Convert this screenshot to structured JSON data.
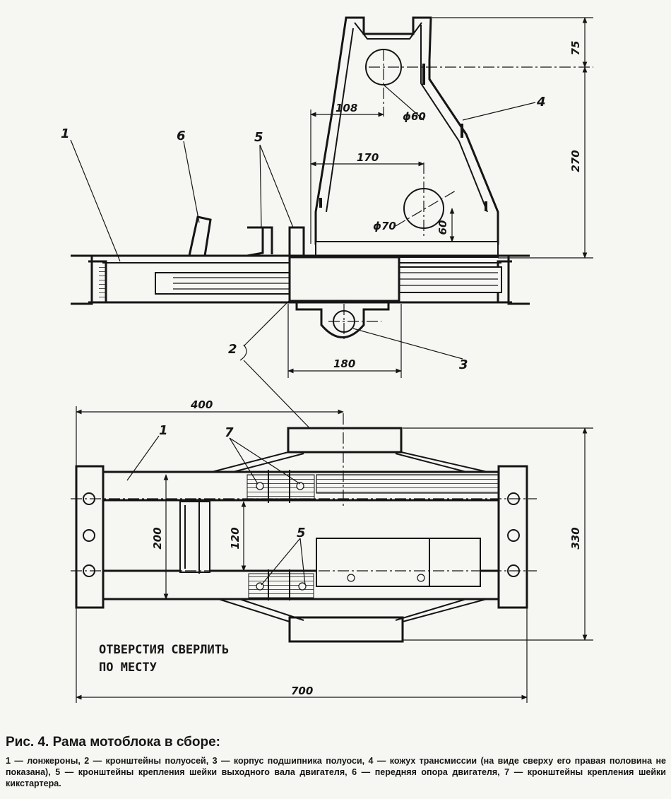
{
  "figure": {
    "callouts": {
      "part1": "1",
      "part2": "2",
      "part3": "3",
      "part4": "4",
      "part5": "5",
      "part6": "6",
      "part7": "7"
    },
    "dimensions": {
      "d75": "75",
      "d270": "270",
      "d108": "108",
      "phi60": "ϕ60",
      "d170": "170",
      "phi70": "ϕ70",
      "d60": "60",
      "d180": "180",
      "d400": "400",
      "d200": "200",
      "d120": "120",
      "d330": "330",
      "d700": "700"
    },
    "note_line1": "ОТВЕРСТИЯ СВЕРЛИТЬ",
    "note_line2": "ПО МЕСТУ"
  },
  "caption": {
    "title": "Рис. 4. Рама мотоблока в сборе:",
    "text": "1 — лонжероны, 2 — кронштейны полуосей, 3 — корпус подшипника полуоси, 4 — кожух трансмиссии (на виде сверху его правая половина не показана), 5 — кронштейны крепления шейки выходного вала двигателя, 6 — передняя опора двигателя, 7 — кронштейны крепления шейки кикстартера."
  }
}
